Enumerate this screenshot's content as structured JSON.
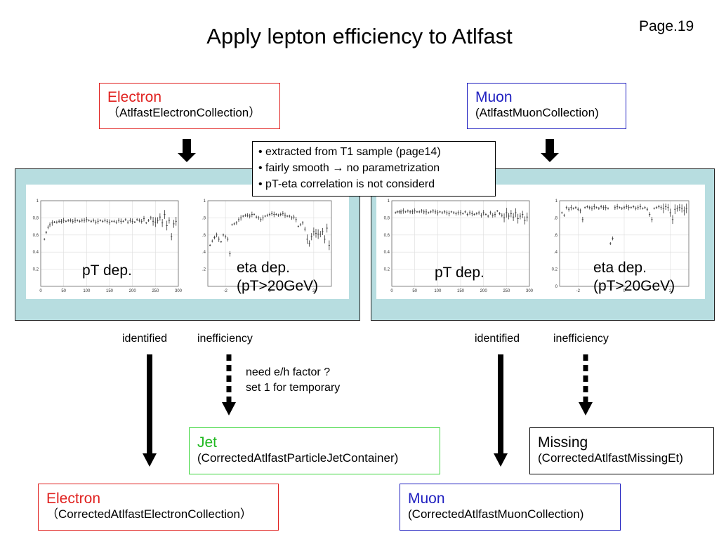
{
  "page": {
    "title": "Apply lepton efficiency to Atlfast",
    "number": "Page.19"
  },
  "top": {
    "electron": {
      "name": "Electron",
      "collection": "（AtlfastElectronCollection）"
    },
    "muon": {
      "name": "Muon",
      "collection": "(AtlfastMuonCollection)"
    }
  },
  "callout": {
    "bullets": [
      "• extracted from T1 sample (page14)",
      "• fairly smooth → no parametrization",
      "• pT-eta correlation is not considerd"
    ]
  },
  "panels": {
    "electron": {
      "pt_label": "pT dep.",
      "eta_label1": "eta dep.",
      "eta_label2": "(pT>20GeV)"
    },
    "muon": {
      "pt_label": "pT dep.",
      "eta_label1": "eta dep.",
      "eta_label2": "(pT>20GeV)"
    }
  },
  "flow": {
    "e_identified": "identified",
    "e_inefficiency": "inefficiency",
    "m_identified": "identified",
    "m_inefficiency": "inefficiency",
    "note1": "need e/h factor ?",
    "note2": "set 1 for temporary"
  },
  "bottom": {
    "jet": {
      "name": "Jet",
      "collection": "(CorrectedAtlfastParticleJetContainer)"
    },
    "missing": {
      "name": "Missing",
      "collection": "(CorrectedAtlfastMissingEt)"
    },
    "electron": {
      "name": "Electron",
      "collection": "（CorrectedAtlfastElectronCollection）"
    },
    "muon": {
      "name": "Muon",
      "collection": "(CorrectedAtlfastMuonCollection)"
    }
  },
  "chart_data": [
    {
      "type": "scatter",
      "name": "electron-pt",
      "xlim": [
        0,
        300
      ],
      "ylim": [
        0,
        1
      ],
      "xticks": [
        "0",
        "50",
        "100",
        "150",
        "200",
        "250",
        "300"
      ],
      "yticks": [
        "0.2",
        "0.4",
        "0.6",
        "0.8",
        "1"
      ],
      "x": [
        8,
        12,
        16,
        20,
        25,
        30,
        35,
        40,
        45,
        50,
        55,
        60,
        65,
        70,
        75,
        80,
        85,
        90,
        95,
        100,
        105,
        110,
        115,
        120,
        125,
        130,
        135,
        140,
        145,
        150,
        155,
        160,
        165,
        170,
        175,
        180,
        185,
        190,
        195,
        200,
        205,
        210,
        215,
        220,
        225,
        230,
        235,
        240,
        245,
        250,
        255,
        260,
        265,
        270,
        275,
        280,
        285,
        290,
        295
      ],
      "y": [
        0.55,
        0.63,
        0.69,
        0.72,
        0.74,
        0.75,
        0.75,
        0.76,
        0.76,
        0.77,
        0.76,
        0.77,
        0.77,
        0.76,
        0.77,
        0.77,
        0.76,
        0.77,
        0.77,
        0.78,
        0.77,
        0.76,
        0.77,
        0.75,
        0.76,
        0.77,
        0.76,
        0.77,
        0.76,
        0.75,
        0.76,
        0.76,
        0.75,
        0.77,
        0.76,
        0.76,
        0.78,
        0.75,
        0.77,
        0.76,
        0.75,
        0.78,
        0.77,
        0.76,
        0.79,
        0.74,
        0.77,
        0.8,
        0.76,
        0.75,
        0.77,
        0.81,
        0.74,
        0.84,
        0.71,
        0.77,
        0.58,
        0.73,
        0.76
      ]
    },
    {
      "type": "scatter",
      "name": "electron-eta",
      "xlim": [
        -2.8,
        2.8
      ],
      "ylim": [
        0,
        1
      ],
      "xticks": [
        "-2",
        "0",
        "2"
      ],
      "yticks": [
        ".2",
        ".4",
        ".6",
        ".8",
        "1"
      ],
      "x": [
        -2.7,
        -2.6,
        -2.5,
        -2.4,
        -2.3,
        -2.2,
        -2.1,
        -2.0,
        -1.9,
        -1.8,
        -1.7,
        -1.6,
        -1.5,
        -1.4,
        -1.3,
        -1.2,
        -1.1,
        -1.0,
        -0.9,
        -0.8,
        -0.7,
        -0.6,
        -0.5,
        -0.4,
        -0.3,
        -0.2,
        -0.1,
        0.0,
        0.1,
        0.2,
        0.3,
        0.4,
        0.5,
        0.6,
        0.7,
        0.8,
        0.9,
        1.0,
        1.1,
        1.2,
        1.3,
        1.4,
        1.5,
        1.6,
        1.7,
        1.8,
        1.9,
        2.0,
        2.1,
        2.2,
        2.3,
        2.4,
        2.5,
        2.6,
        2.7
      ],
      "y": [
        0.48,
        0.53,
        0.57,
        0.6,
        0.55,
        0.52,
        0.6,
        0.58,
        0.55,
        0.38,
        0.72,
        0.73,
        0.74,
        0.78,
        0.8,
        0.82,
        0.83,
        0.83,
        0.82,
        0.84,
        0.84,
        0.81,
        0.8,
        0.78,
        0.8,
        0.82,
        0.83,
        0.84,
        0.85,
        0.84,
        0.84,
        0.83,
        0.84,
        0.85,
        0.83,
        0.82,
        0.82,
        0.8,
        0.81,
        0.78,
        0.7,
        0.72,
        0.74,
        0.67,
        0.55,
        0.5,
        0.58,
        0.64,
        0.62,
        0.61,
        0.61,
        0.64,
        0.55,
        0.68,
        0.48
      ]
    },
    {
      "type": "scatter",
      "name": "muon-pt",
      "xlim": [
        0,
        300
      ],
      "ylim": [
        0,
        1
      ],
      "xticks": [
        "0",
        "50",
        "100",
        "150",
        "200",
        "250",
        "300"
      ],
      "yticks": [
        "0.2",
        "0.4",
        "0.6",
        "0.8",
        "1"
      ],
      "x": [
        8,
        12,
        16,
        20,
        25,
        30,
        35,
        40,
        45,
        50,
        55,
        60,
        65,
        70,
        75,
        80,
        85,
        90,
        95,
        100,
        105,
        110,
        115,
        120,
        125,
        130,
        135,
        140,
        145,
        150,
        155,
        160,
        165,
        170,
        175,
        180,
        185,
        190,
        195,
        200,
        205,
        210,
        215,
        220,
        225,
        230,
        235,
        240,
        245,
        250,
        255,
        260,
        265,
        270,
        275,
        280,
        285,
        290,
        295
      ],
      "y": [
        0.86,
        0.87,
        0.87,
        0.87,
        0.88,
        0.87,
        0.88,
        0.87,
        0.87,
        0.88,
        0.87,
        0.87,
        0.88,
        0.87,
        0.87,
        0.86,
        0.87,
        0.88,
        0.87,
        0.86,
        0.87,
        0.86,
        0.87,
        0.86,
        0.85,
        0.87,
        0.86,
        0.85,
        0.86,
        0.86,
        0.85,
        0.87,
        0.84,
        0.86,
        0.85,
        0.84,
        0.85,
        0.86,
        0.83,
        0.86,
        0.84,
        0.82,
        0.86,
        0.83,
        0.84,
        0.88,
        0.85,
        0.83,
        0.8,
        0.86,
        0.82,
        0.85,
        0.81,
        0.86,
        0.79,
        0.82,
        0.84,
        0.77,
        0.81
      ]
    },
    {
      "type": "scatter",
      "name": "muon-eta",
      "xlim": [
        -2.8,
        2.8
      ],
      "ylim": [
        0,
        1
      ],
      "xticks": [
        "-2",
        "0",
        "2"
      ],
      "yticks": [
        "0",
        "0.2",
        ".4",
        ".6",
        ".8",
        "1"
      ],
      "x": [
        -2.7,
        -2.6,
        -2.5,
        -2.4,
        -2.3,
        -2.2,
        -2.1,
        -2.0,
        -1.9,
        -1.8,
        -1.7,
        -1.6,
        -1.5,
        -1.4,
        -1.3,
        -1.2,
        -1.1,
        -1.0,
        -0.9,
        -0.8,
        -0.7,
        -0.6,
        -0.5,
        -0.4,
        -0.3,
        -0.2,
        -0.1,
        0.0,
        0.1,
        0.2,
        0.3,
        0.4,
        0.5,
        0.6,
        0.7,
        0.8,
        0.9,
        1.0,
        1.1,
        1.2,
        1.3,
        1.4,
        1.5,
        1.6,
        1.7,
        1.8,
        1.9,
        2.0,
        2.1,
        2.2,
        2.3,
        2.4,
        2.5,
        2.6,
        2.7
      ],
      "y": [
        0.86,
        0.83,
        0.92,
        0.9,
        0.92,
        0.91,
        0.92,
        0.9,
        0.88,
        0.78,
        0.92,
        0.93,
        0.92,
        0.91,
        0.93,
        0.92,
        0.91,
        0.93,
        0.92,
        0.92,
        0.91,
        0.5,
        0.56,
        0.92,
        0.93,
        0.92,
        0.91,
        0.92,
        0.93,
        0.92,
        0.92,
        0.93,
        0.91,
        0.92,
        0.93,
        0.91,
        0.92,
        0.9,
        0.84,
        0.78,
        0.91,
        0.92,
        0.93,
        0.92,
        0.91,
        0.93,
        0.92,
        0.86,
        0.78,
        0.9,
        0.91,
        0.92,
        0.91,
        0.88,
        0.91
      ]
    }
  ]
}
